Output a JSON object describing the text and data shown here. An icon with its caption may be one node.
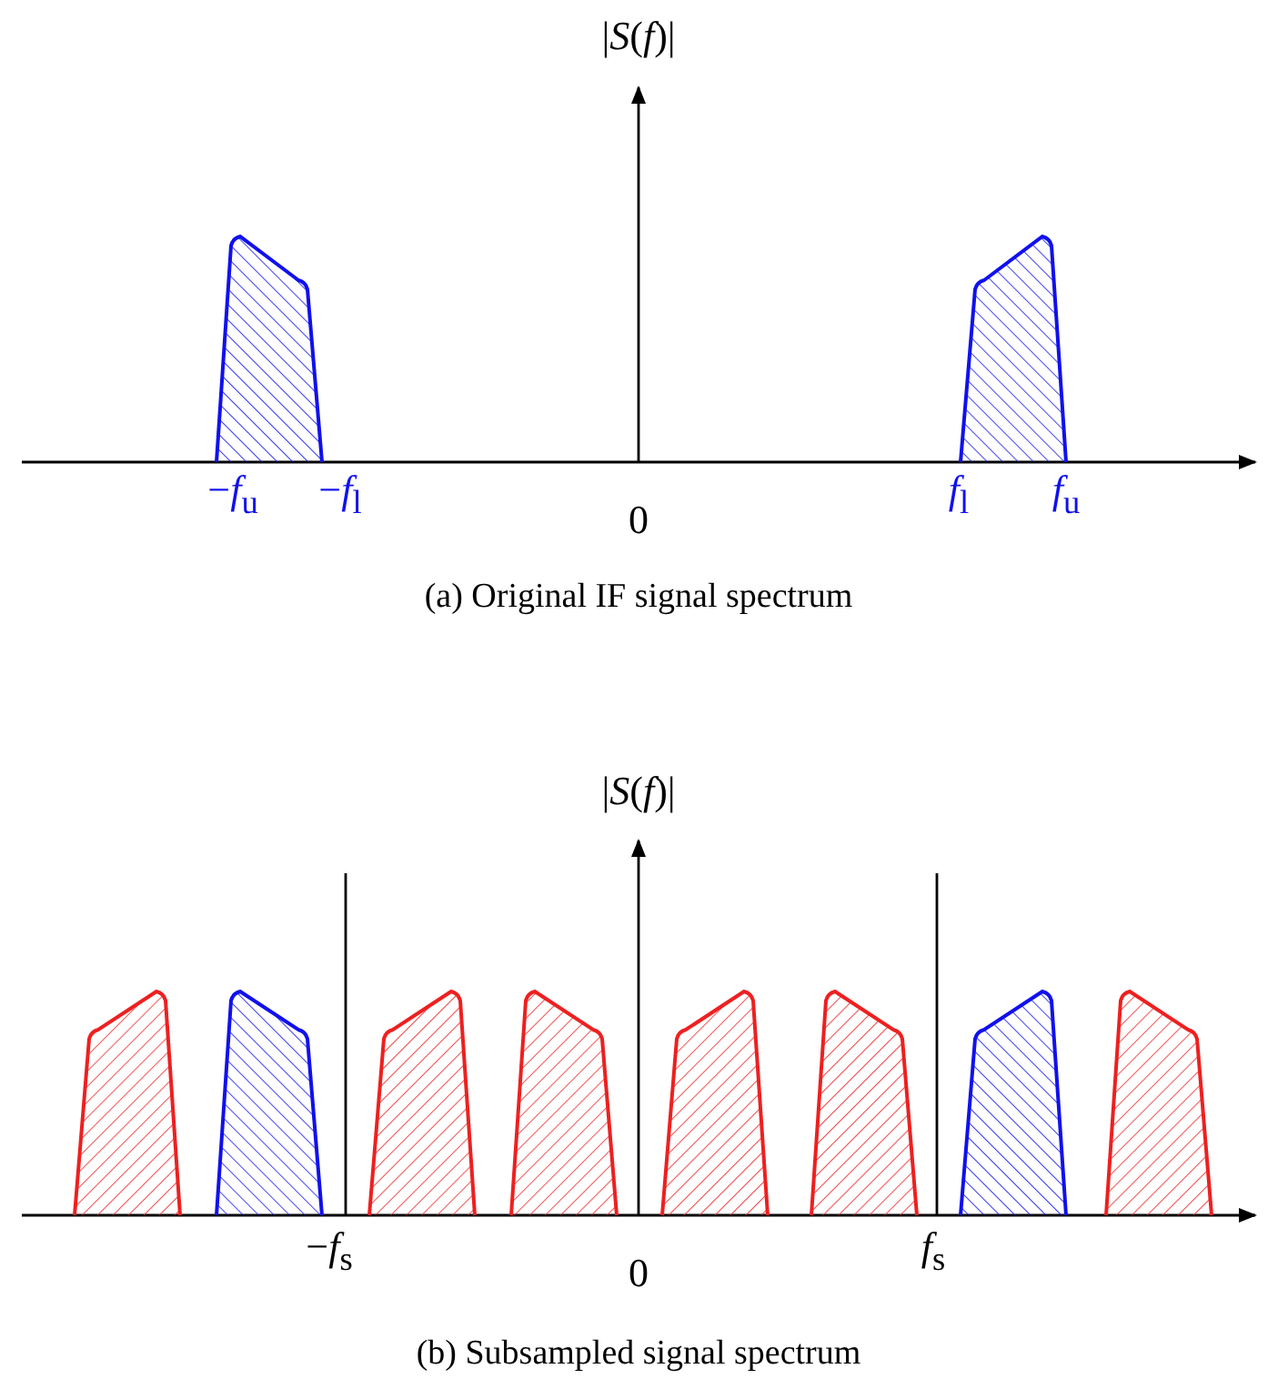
{
  "diagram": {
    "labels": [
      "|*S*(*f*)|",
      "−*f*$_{u}$",
      "−*f*$_{l}$",
      "0",
      "*f*$_{l}$",
      "*f*$_{u}$",
      "(a)  Original IF signal spectrum",
      "|*S*(*f*)|",
      "−*f*$_{s}$",
      "0",
      "*f*$_{s}$",
      "(b)  Subsampled signal spectrum"
    ]
  }
}
